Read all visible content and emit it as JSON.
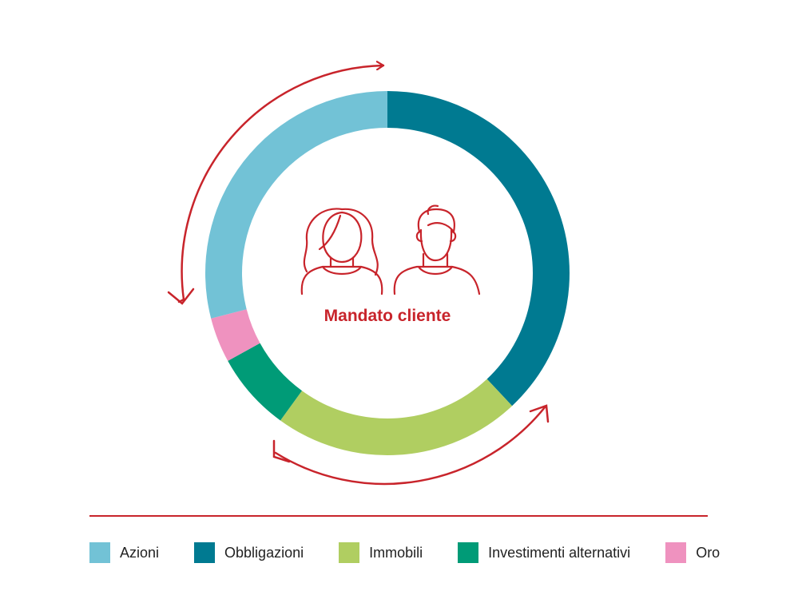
{
  "chart_data": {
    "type": "pie",
    "variant": "donut",
    "title": "",
    "center_label": "Mandato cliente",
    "categories": [
      "Azioni",
      "Obbligazioni",
      "Immobili",
      "Investimenti alternativi",
      "Oro"
    ],
    "values": [
      29,
      38,
      22,
      7,
      4
    ],
    "colors": [
      "#72c2d6",
      "#007a91",
      "#b0ce61",
      "#009b77",
      "#ef92bf"
    ],
    "slice_order": [
      "Obbligazioni",
      "Immobili",
      "Investimenti alternativi",
      "Oro",
      "Azioni"
    ],
    "direction": "clockwise",
    "start": "top",
    "legend_position": "bottom",
    "accent_color": "#c8242b"
  },
  "icons": [
    "woman-icon",
    "man-icon",
    "cycle-arrow-icon"
  ]
}
